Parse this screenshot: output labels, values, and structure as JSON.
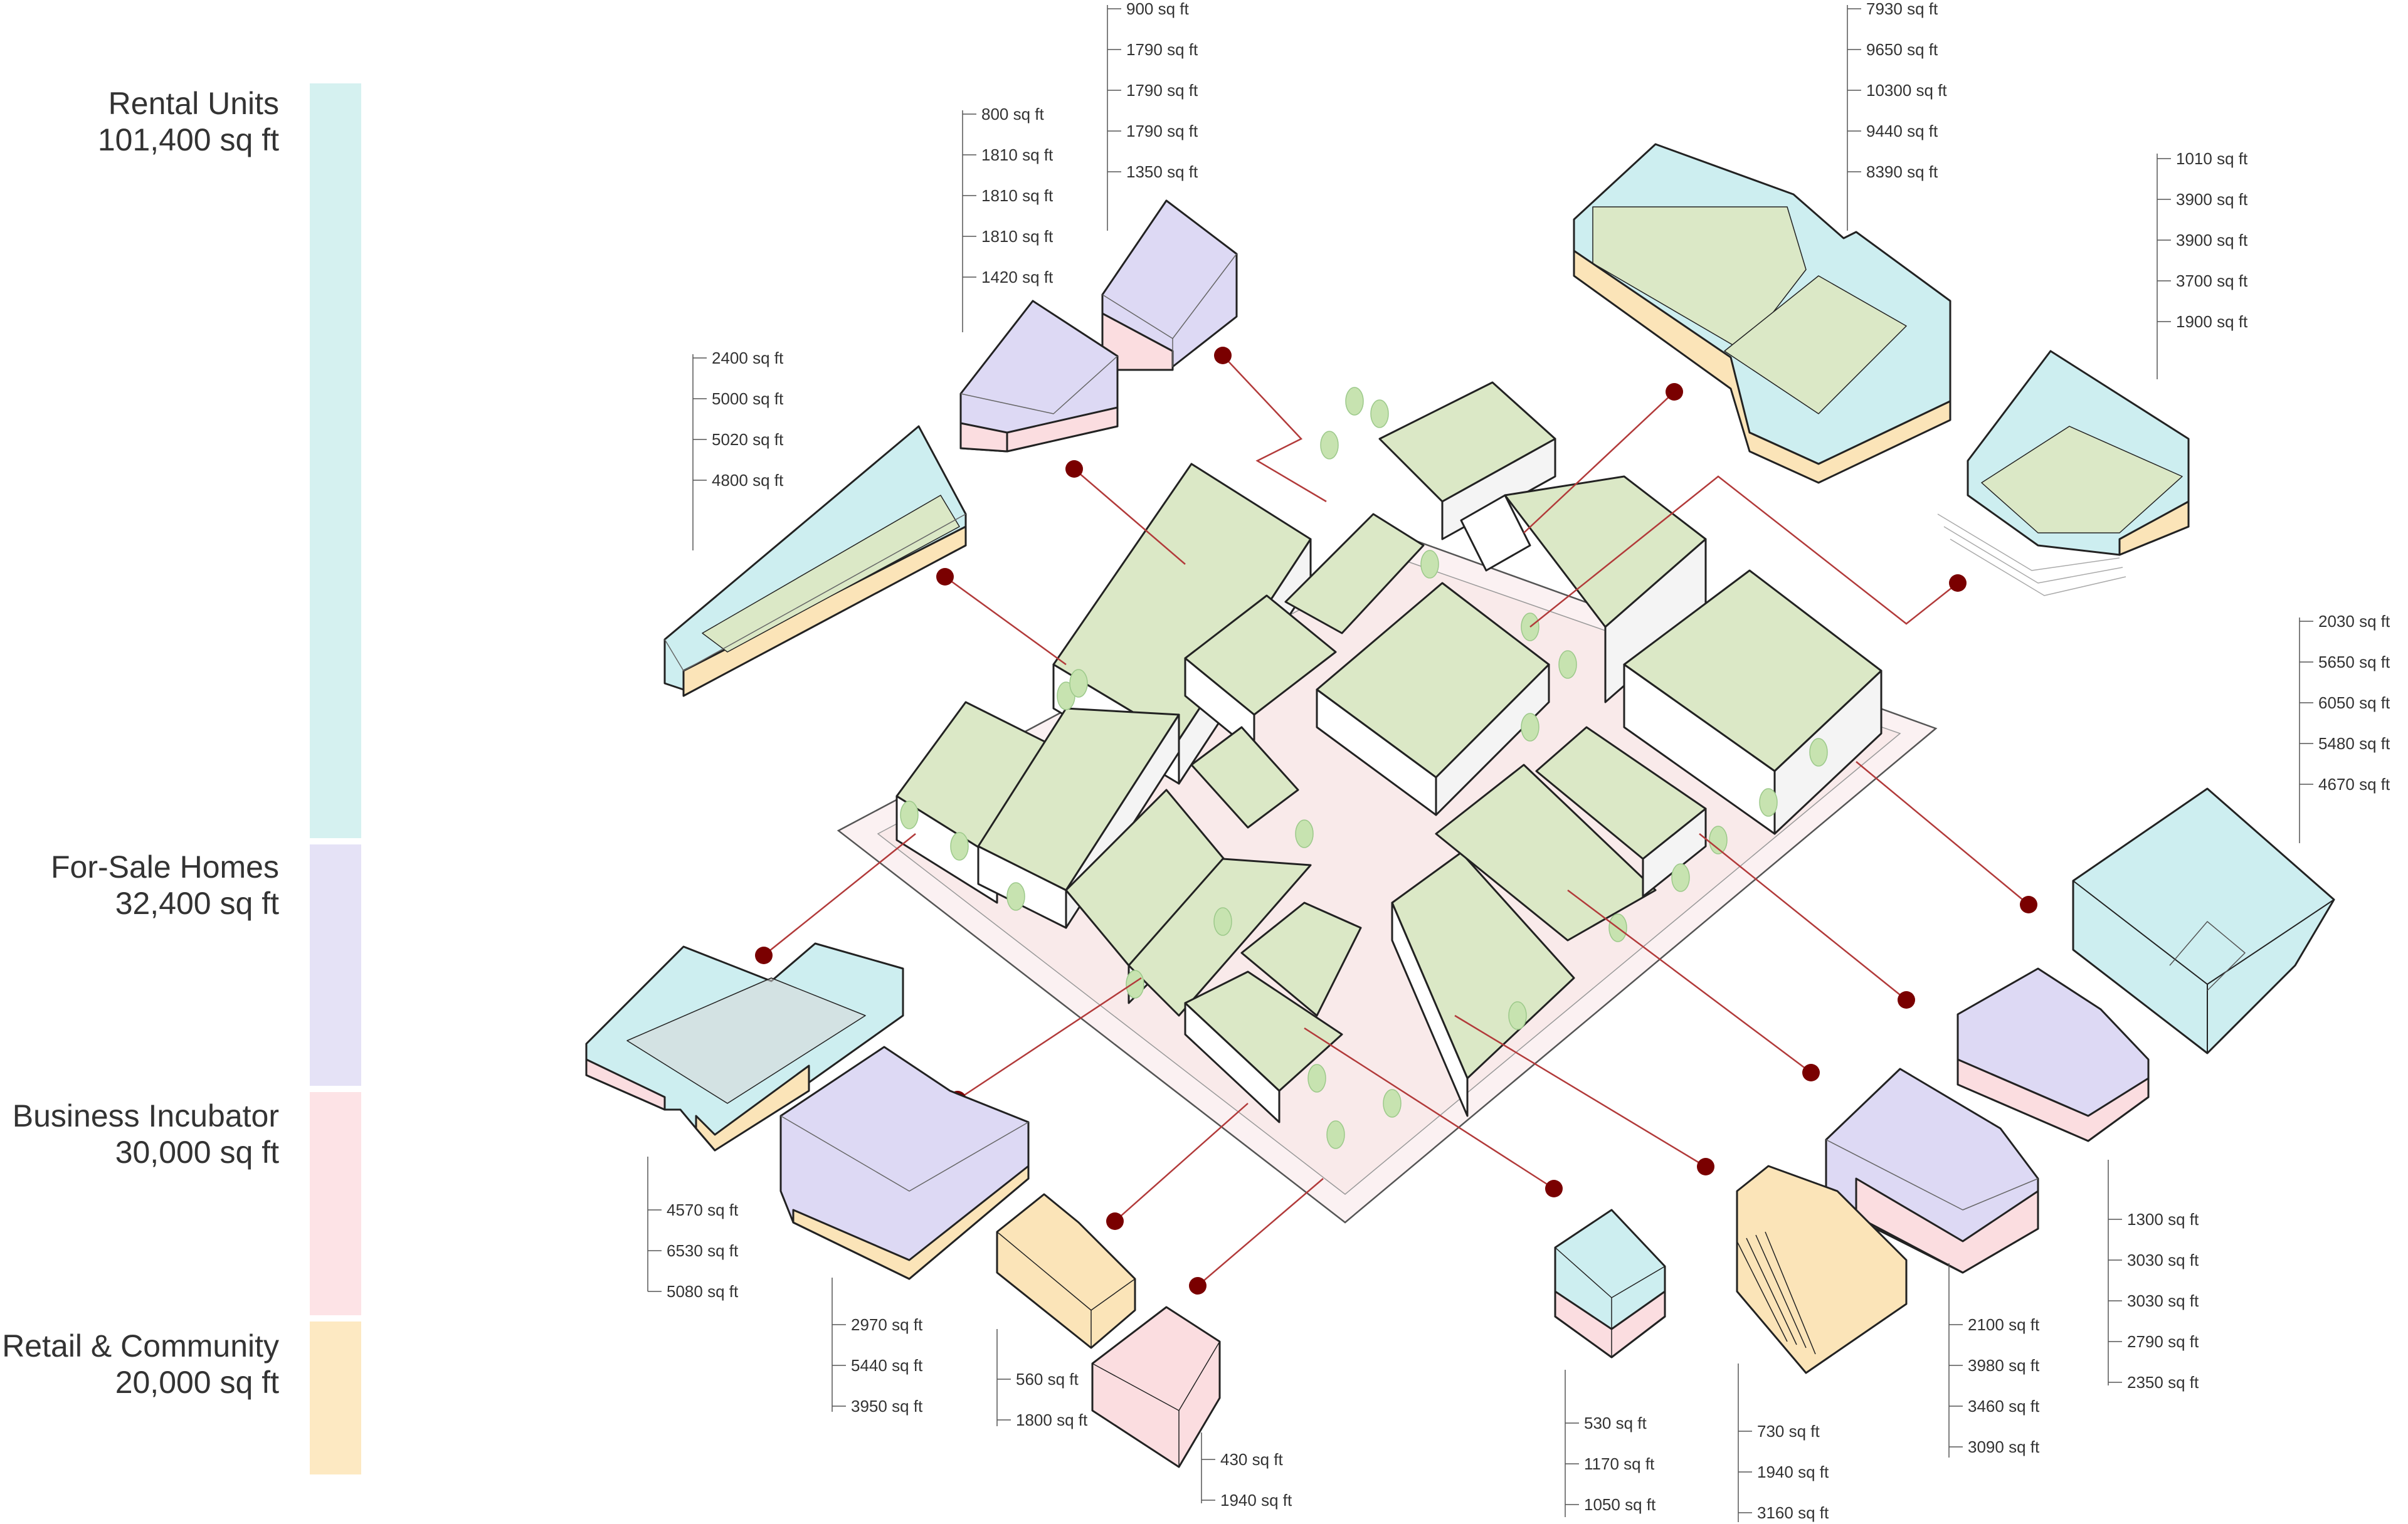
{
  "legend": [
    {
      "name": "Rental Units",
      "area": "101,400 sq ft",
      "color": "#d5f1f0"
    },
    {
      "name": "For-Sale Homes",
      "area": "32,400 sq ft",
      "color": "#e5e2f6"
    },
    {
      "name": "Business Incubator",
      "area": "30,000 sq ft",
      "color": "#fde3e6"
    },
    {
      "name": "Retail & Community",
      "area": "20,000 sq ft",
      "color": "#fde9c2"
    }
  ],
  "colors": {
    "rental": "#cdeef0",
    "forsale": "#ddd9f4",
    "incubator": "#fbdde0",
    "retail": "#fbe4b8",
    "roof": "#dbe8c6",
    "ground": "#fbf1f2",
    "marker": "#7a0000",
    "leader": "#b23a3a"
  },
  "callouts": [
    {
      "id": "b1",
      "areas": [
        "900 sq ft",
        "1790 sq ft",
        "1790 sq ft",
        "1790 sq ft",
        "1350 sq ft"
      ]
    },
    {
      "id": "b2",
      "areas": [
        "800 sq ft",
        "1810 sq ft",
        "1810 sq ft",
        "1810 sq ft",
        "1420 sq ft"
      ]
    },
    {
      "id": "b3",
      "areas": [
        "2400 sq ft",
        "5000 sq ft",
        "5020 sq ft",
        "4800 sq ft"
      ]
    },
    {
      "id": "b4",
      "areas": [
        "7930 sq ft",
        "9650 sq ft",
        "10300 sq ft",
        "9440 sq ft",
        "8390 sq ft"
      ]
    },
    {
      "id": "b5",
      "areas": [
        "1010 sq ft",
        "3900 sq ft",
        "3900 sq ft",
        "3700 sq ft",
        "1900 sq ft"
      ]
    },
    {
      "id": "b6",
      "areas": [
        "2030 sq ft",
        "5650 sq ft",
        "6050 sq ft",
        "5480 sq ft",
        "4670 sq ft"
      ]
    },
    {
      "id": "b7",
      "areas": [
        "1300 sq ft",
        "3030 sq ft",
        "3030 sq ft",
        "2790 sq ft",
        "2350 sq ft"
      ]
    },
    {
      "id": "b8",
      "areas": [
        "2100 sq ft",
        "3980 sq ft",
        "3460 sq ft",
        "3090 sq ft"
      ]
    },
    {
      "id": "b9",
      "areas": [
        "730 sq ft",
        "1940 sq ft",
        "3160 sq ft"
      ]
    },
    {
      "id": "b10",
      "areas": [
        "530 sq ft",
        "1170 sq ft",
        "1050 sq ft"
      ]
    },
    {
      "id": "b11",
      "areas": [
        "430 sq ft",
        "1940 sq ft"
      ]
    },
    {
      "id": "b12",
      "areas": [
        "560 sq ft",
        "1800 sq ft"
      ]
    },
    {
      "id": "b13",
      "areas": [
        "2970 sq ft",
        "5440 sq ft",
        "3950 sq ft"
      ]
    },
    {
      "id": "b14",
      "areas": [
        "4570 sq ft",
        "6530 sq ft",
        "5080 sq ft"
      ]
    }
  ]
}
